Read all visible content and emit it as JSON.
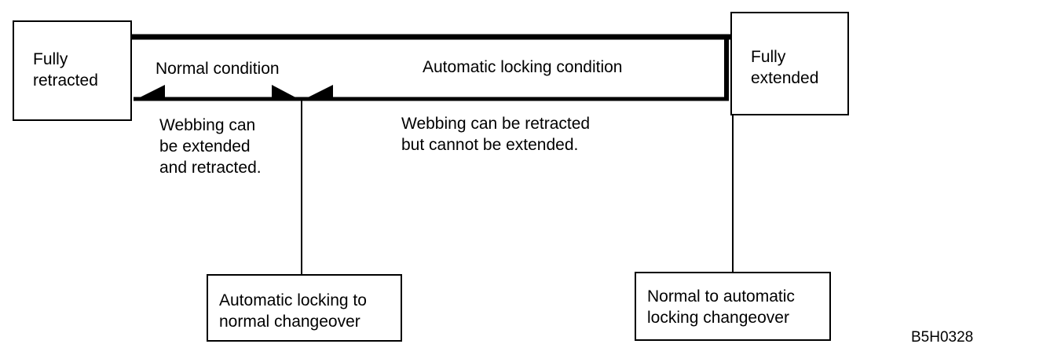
{
  "diagram": {
    "fully_retracted_label": "Fully\nretracted",
    "fully_extended_label": "Fully\nextended",
    "normal_condition_label": "Normal condition",
    "automatic_locking_condition_label": "Automatic locking condition",
    "normal_note": "Webbing can\nbe extended\nand retracted.",
    "automatic_note": "Webbing can be retracted\nbut cannot be extended.",
    "auto_to_normal_box": "Automatic locking to\nnormal changeover",
    "normal_to_auto_box": "Normal to automatic\nlocking changeover",
    "figure_code": "B5H0328"
  }
}
